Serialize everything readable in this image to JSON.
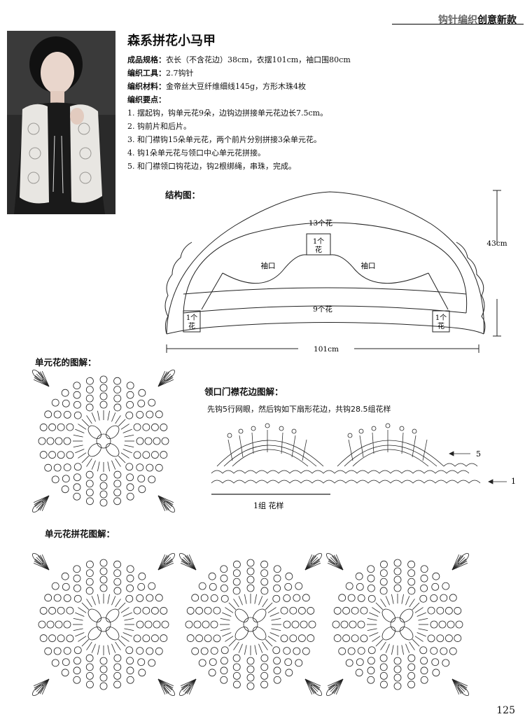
{
  "header": {
    "series_a": "钩针编织",
    "series_b": "创意新款"
  },
  "title": "森系拼花小马甲",
  "specs": {
    "size_label": "成品规格：",
    "size_value": "衣长（不含花边）38cm，衣摆101cm，袖口围80cm",
    "tools_label": "编织工具：",
    "tools_value": "2.7钩针",
    "materials_label": "编织材料：",
    "materials_value": "金帝丝大豆纤维细线145g，方形木珠4枚",
    "steps_label": "编织要点：",
    "steps": [
      "1. 摆起钩，钩单元花9朵，边钩边拼接单元花边长7.5cm。",
      "2. 钩前片和后片。",
      "3. 和门襟钩15朵单元花，两个前片分别拼接3朵单元花。",
      "4. 钩1朵单元花与领口中心单元花拼接。",
      "5. 和门襟领口钩花边，钩2根绑绳，串珠，完成。"
    ]
  },
  "structure": {
    "label": "结构图：",
    "top_count": "13个花",
    "center_a": "1个",
    "center_b": "花",
    "sleeve_left": "袖口",
    "sleeve_right": "袖口",
    "bottom_count": "9个花",
    "corner_left_a": "1个",
    "corner_left_b": "花",
    "corner_right_a": "1个",
    "corner_right_b": "花",
    "height": "43cm",
    "width": "101cm"
  },
  "motif_section": {
    "label": "单元花的图解："
  },
  "edging_section": {
    "label": "领口门襟花边图解：",
    "note": "先钩5行网眼，然后钩如下扇形花边，共钩28.5组花样",
    "row_top": "5",
    "row_bottom": "1",
    "repeat": "1组 花样"
  },
  "joining_section": {
    "label": "单元花拼花图解："
  },
  "page_number": "125"
}
